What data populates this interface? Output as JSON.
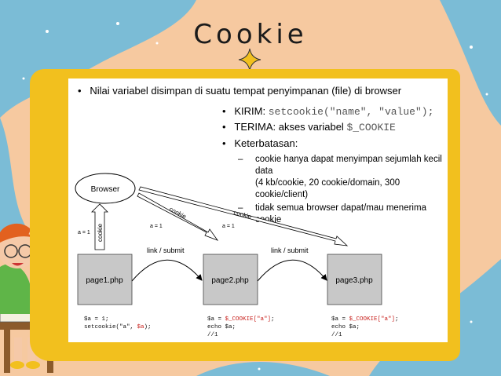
{
  "title": "Cookie",
  "slide": {
    "main_bullet": "Nilai variabel disimpan di suatu tempat penyimpanan (file) di browser",
    "sub_bullets": {
      "kirim_label": "KIRIM: ",
      "kirim_code": "setcookie(\"name\", \"value\");",
      "terima_label": "TERIMA: akses variabel ",
      "terima_code": "$_COOKIE",
      "keterbatasan": "Keterbatasan:"
    },
    "limits": {
      "l1_line1": "cookie hanya dapat menyimpan sejumlah kecil",
      "l1_line2": "data",
      "l1_line3": "(4 kb/cookie, 20 cookie/domain, 300",
      "l1_line4": "cookie/client)",
      "l2_line1": "tidak semua browser dapat/mau menerima",
      "l2_line2": "cookie"
    }
  },
  "diagram": {
    "browser": "Browser",
    "cookie_vertical": "cookie",
    "cookie_arrow1": "cookie",
    "cookie_arrow2": "cookie",
    "a_eq_1_left": "a = 1",
    "a_eq_1_mid": "a = 1",
    "a_eq_1_right": "a = 1",
    "link1": "link / submit",
    "link2": "link / submit",
    "page1": "page1.php",
    "page2": "page2.php",
    "page3": "page3.php",
    "code1": {
      "line1": "$a = 1;",
      "line2a": "setcookie(\"a\", ",
      "line2b": "$a",
      "line2c": ");"
    },
    "code2": {
      "line1a": "$a = ",
      "line1b": "$_COOKIE[\"a\"]",
      "line1c": ";",
      "line2": "echo $a;",
      "line3": "//1"
    },
    "code3": {
      "line1a": "$a = ",
      "line1b": "$_COOKIE[\"a\"]",
      "line1c": ";",
      "line2": "echo $a;",
      "line3": "//1"
    }
  },
  "colors": {
    "background": "#f6c9a0",
    "frame": "#f2c01e",
    "blue_splash": "#7bbcd6",
    "page_box": "#c8c8c8"
  }
}
